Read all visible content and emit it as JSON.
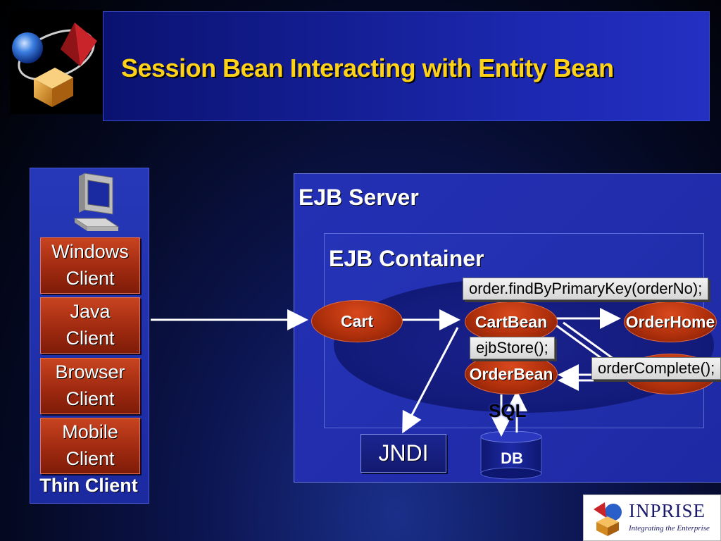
{
  "slide": {
    "title": "Session Bean Interacting with Entity Bean"
  },
  "thin_client": {
    "items": [
      {
        "line1": "Windows",
        "line2": "Client"
      },
      {
        "line1": "Java",
        "line2": "Client"
      },
      {
        "line1": "Browser",
        "line2": "Client"
      },
      {
        "line1": "Mobile",
        "line2": "Client"
      }
    ],
    "label": "Thin Client"
  },
  "server": {
    "label": "EJB Server",
    "container_label": "EJB Container",
    "jndi": "JNDI",
    "db": "DB",
    "sql": "SQL"
  },
  "beans": {
    "cart": "Cart",
    "cart_bean": "CartBean",
    "order_home": "OrderHome",
    "order_bean": "OrderBean"
  },
  "calls": {
    "find": "order.findByPrimaryKey(orderNo);",
    "store": "ejbStore();",
    "complete": "orderComplete();"
  },
  "branding": {
    "name": "INPRISE",
    "tagline": "Integrating the Enterprise"
  },
  "colors": {
    "title": "#ffd21a",
    "panel": "#2232b0",
    "bean": "#b0300c"
  }
}
